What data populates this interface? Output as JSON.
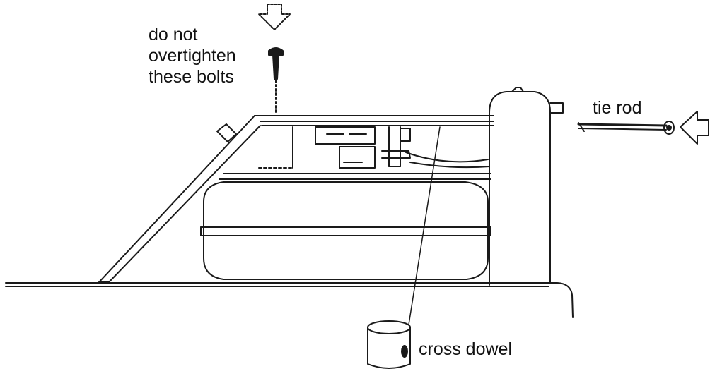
{
  "labels": {
    "bolt_note_line1": "do not",
    "bolt_note_line2": "overtighten",
    "bolt_note_line3": "these bolts",
    "tie_rod": "tie rod",
    "cross_dowel": "cross dowel"
  },
  "colors": {
    "line": "#1a1a1a",
    "background": "#ffffff"
  },
  "icons": {
    "bolt": "bolt-icon",
    "tie_rod": "tie-rod-icon",
    "cross_dowel": "cross-dowel-icon",
    "arrow_down": "arrow-down-icon",
    "arrow_left": "arrow-left-icon"
  }
}
